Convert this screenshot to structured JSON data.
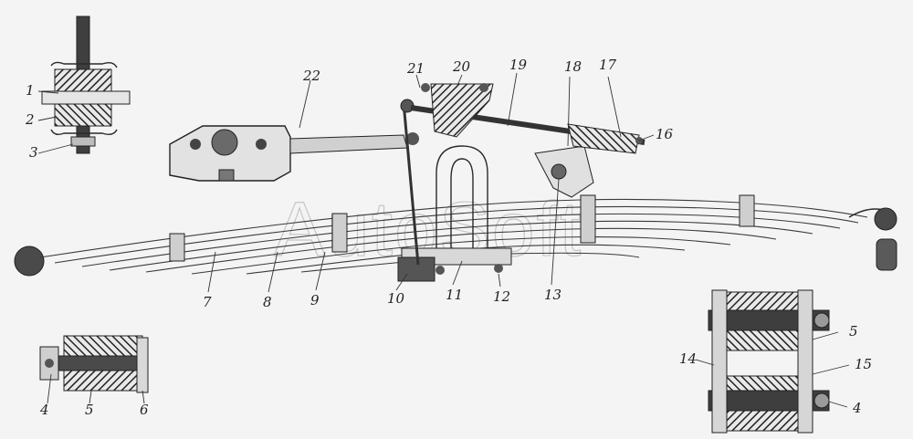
{
  "watermark": "AutoSoft",
  "callouts": [
    {
      "id": "1",
      "text": "1"
    },
    {
      "id": "2",
      "text": "2"
    },
    {
      "id": "3",
      "text": "3"
    },
    {
      "id": "4a",
      "text": "4"
    },
    {
      "id": "5a",
      "text": "5"
    },
    {
      "id": "6",
      "text": "6"
    },
    {
      "id": "7",
      "text": "7"
    },
    {
      "id": "8",
      "text": "8"
    },
    {
      "id": "9",
      "text": "9"
    },
    {
      "id": "10",
      "text": "10"
    },
    {
      "id": "11",
      "text": "11"
    },
    {
      "id": "12",
      "text": "12"
    },
    {
      "id": "13",
      "text": "13"
    },
    {
      "id": "14",
      "text": "14"
    },
    {
      "id": "5b",
      "text": "5"
    },
    {
      "id": "15",
      "text": "15"
    },
    {
      "id": "4b",
      "text": "4"
    },
    {
      "id": "16",
      "text": "16"
    },
    {
      "id": "17",
      "text": "17"
    },
    {
      "id": "18",
      "text": "18"
    },
    {
      "id": "19",
      "text": "19"
    },
    {
      "id": "20",
      "text": "20"
    },
    {
      "id": "21",
      "text": "21"
    },
    {
      "id": "22",
      "text": "22"
    }
  ]
}
